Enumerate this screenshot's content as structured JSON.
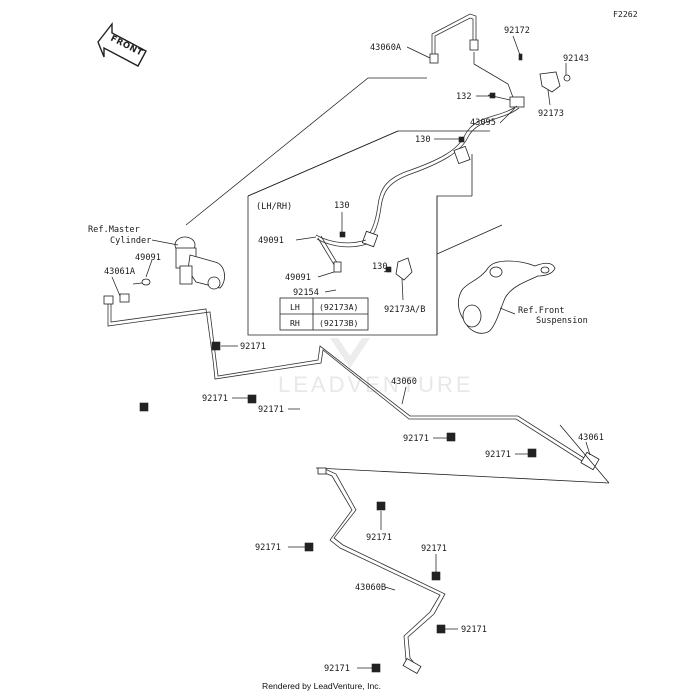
{
  "figure_id": "F2262",
  "front_arrow": "FRONT",
  "watermark": "LEADVENTURE",
  "footer": "Rendered by LeadVenture, Inc.",
  "box_title": "(LH/RH)",
  "references": {
    "master_cylinder_1": "Ref.Master",
    "master_cylinder_2": "Cylinder",
    "front_suspension_1": "Ref.Front",
    "front_suspension_2": "Suspension"
  },
  "side_table": [
    {
      "side": "LH",
      "part": "(92173A)"
    },
    {
      "side": "RH",
      "part": "(92173B)"
    }
  ],
  "labels": {
    "p43060A": "43060A",
    "p92172": "92172",
    "p92143": "92143",
    "p132": "132",
    "p92173": "92173",
    "p43095": "43095",
    "p130_top": "130",
    "p130_box": "130",
    "p49091_box1": "49091",
    "p49091_box2": "49091",
    "p92154": "92154",
    "p130_right": "130",
    "p92173AB": "92173A/B",
    "p49091_left": "49091",
    "p43061A": "43061A",
    "p92171_a": "92171",
    "p92171_b": "92171",
    "p92171_c": "92171",
    "p43060": "43060",
    "p92171_d": "92171",
    "p92171_e": "92171",
    "p43061": "43061",
    "p92171_f": "92171",
    "p92171_g": "92171",
    "p92171_h": "92171",
    "p43060B": "43060B",
    "p92171_i": "92171",
    "p92171_j": "92171"
  }
}
